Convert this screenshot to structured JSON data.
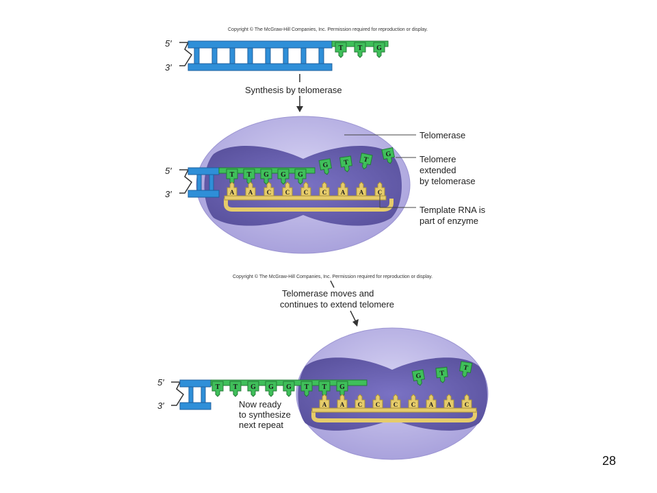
{
  "copyright": "Copyright © The McGraw-Hill Companies, Inc. Permission required for reproduction or display.",
  "page_number": "28",
  "primes": {
    "five": "5′",
    "three": "3′"
  },
  "colors": {
    "dna_blue": "#2f8fd8",
    "dna_blue_dark": "#1d5f9e",
    "new_dna_green": "#3fbf5a",
    "rna_gold": "#e6cc6a",
    "rna_gold_dark": "#a8913a",
    "enzyme_outer": "#b6b0e6",
    "enzyme_inner": "#6a62b4"
  },
  "top_panel": {
    "step_label": "Synthesis by telomerase",
    "overhang_bases": [
      "T",
      "T",
      "G"
    ],
    "new_strand_bases": [
      "T",
      "T",
      "G",
      "G",
      "G"
    ],
    "incoming_bases": [
      "G",
      "T",
      "T",
      "G"
    ],
    "template_bases": [
      "A",
      "A",
      "C",
      "C",
      "C",
      "C",
      "A",
      "A",
      "C"
    ],
    "callouts": {
      "telomerase": "Telomerase",
      "telomere_extended": [
        "Telomere",
        "extended",
        "by telomerase"
      ],
      "template_rna": [
        "Template RNA is",
        "part of enzyme"
      ]
    }
  },
  "bottom_panel": {
    "step_label": [
      "Telomerase moves and",
      "continues to extend telomere"
    ],
    "new_strand_bases": [
      "T",
      "T",
      "G",
      "G",
      "G",
      "T",
      "T",
      "G"
    ],
    "incoming_bases": [
      "G",
      "T",
      "T"
    ],
    "template_bases": [
      "A",
      "A",
      "C",
      "C",
      "C",
      "C",
      "A",
      "A",
      "C"
    ],
    "ready_label": [
      "Now ready",
      "to synthesize",
      "next repeat"
    ]
  }
}
